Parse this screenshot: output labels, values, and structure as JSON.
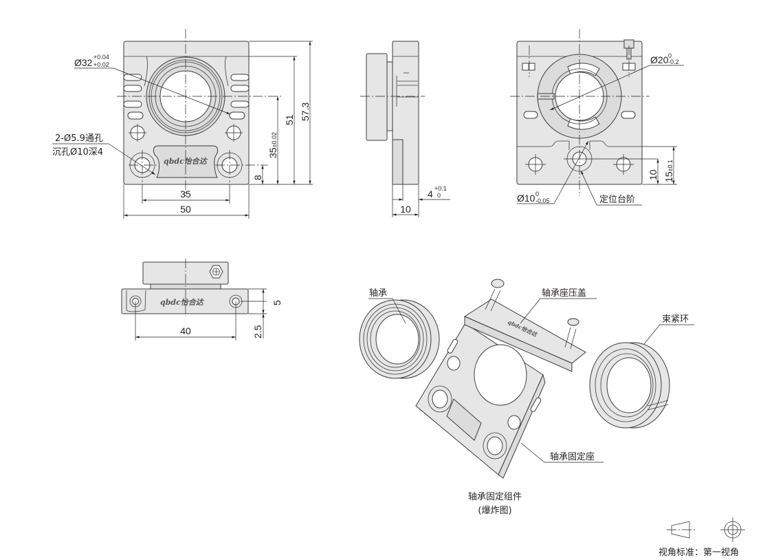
{
  "front_view": {
    "bore_diameter": "Ø32",
    "bore_tol_upper": "+0.04",
    "bore_tol_lower": "+0.02",
    "hole_note_line1": "2-Ø5.9通孔",
    "hole_note_line2": "沉孔Ø10深4",
    "dim_hole_spacing": "35",
    "dim_width": "50",
    "dim_8": "8",
    "dim_center_height": "35",
    "dim_center_height_tol": "±0.02",
    "dim_51": "51",
    "dim_total_height": "57.3",
    "logo_text": "qbdc怡合达"
  },
  "side_view": {
    "dim_thickness": "10",
    "dim_step": "4",
    "dim_step_tol_upper": "+0.1",
    "dim_step_tol_lower": "0"
  },
  "rear_view": {
    "collar_diameter": "Ø20",
    "collar_tol_upper": "0",
    "collar_tol_lower": "-0.2",
    "pin_diameter": "Ø10",
    "pin_tol_upper": "0",
    "pin_tol_lower": "-0.05",
    "step_label": "定位台阶",
    "dim_10": "10",
    "dim_15": "15",
    "dim_15_tol": "±0.1"
  },
  "bottom_view": {
    "dim_hole_spacing": "40",
    "dim_5": "5",
    "dim_2_5": "2.5",
    "logo_text": "qbdc怡合达"
  },
  "exploded_view": {
    "label_bearing": "轴承",
    "label_cover": "轴承座压盖",
    "label_collar": "束紧环",
    "label_base": "轴承固定座",
    "caption_line1": "轴承固定组件",
    "caption_line2": "(爆炸图)"
  },
  "projection": {
    "label": "视角标准：第一视角"
  }
}
